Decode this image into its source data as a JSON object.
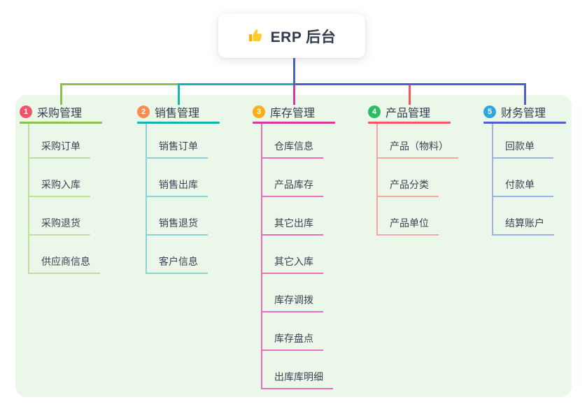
{
  "root": {
    "title": "ERP 后台",
    "icon": "thumbs-up"
  },
  "colors": {
    "panel_background": "#EBF7E8",
    "page_background": "#FFFFFF",
    "root_line": "#4A61CF",
    "text": "#3B4354"
  },
  "branches": [
    {
      "number": "1",
      "label": "采购管理",
      "badge_color": "#F4516C",
      "line_color": "#8CC152",
      "child_line_color": "#BFDF99",
      "children": [
        "采购订单",
        "采购入库",
        "采购退货",
        "供应商信息"
      ]
    },
    {
      "number": "2",
      "label": "销售管理",
      "badge_color": "#FB8B4E",
      "line_color": "#13B5B1",
      "child_line_color": "#89D4D0",
      "children": [
        "销售订单",
        "销售出库",
        "销售退货",
        "客户信息"
      ]
    },
    {
      "number": "3",
      "label": "库存管理",
      "badge_color": "#F9AE17",
      "line_color": "#D8399F",
      "child_line_color": "#EE6DBA",
      "children": [
        "仓库信息",
        "产品库存",
        "其它出库",
        "其它入库",
        "库存调拨",
        "库存盘点",
        "出库库明细"
      ]
    },
    {
      "number": "4",
      "label": "产品管理",
      "badge_color": "#29BE61",
      "line_color": "#F5565F",
      "child_line_color": "#F8A5A8",
      "children": [
        "产品（物料）",
        "产品分类",
        "产品单位"
      ]
    },
    {
      "number": "5",
      "label": "财务管理",
      "badge_color": "#2EA7E0",
      "line_color": "#4A61CF",
      "child_line_color": "#9DB0E9",
      "children": [
        "回款单",
        "付款单",
        "结算账户"
      ]
    }
  ]
}
